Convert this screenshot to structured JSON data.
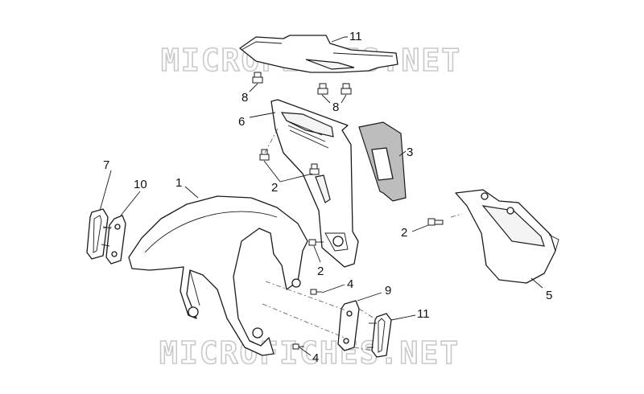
{
  "watermark": {
    "top_text": "MICROFICHES.NET",
    "bottom_text": "MICROFICHES.NET"
  },
  "callouts": [
    {
      "id": "c1",
      "label": "1"
    },
    {
      "id": "c2a",
      "label": "2"
    },
    {
      "id": "c2b",
      "label": "2"
    },
    {
      "id": "c2c",
      "label": "2"
    },
    {
      "id": "c3",
      "label": "3"
    },
    {
      "id": "c4a",
      "label": "4"
    },
    {
      "id": "c4b",
      "label": "4"
    },
    {
      "id": "c5",
      "label": "5"
    },
    {
      "id": "c6",
      "label": "6"
    },
    {
      "id": "c7",
      "label": "7"
    },
    {
      "id": "c8a",
      "label": "8"
    },
    {
      "id": "c8b",
      "label": "8"
    },
    {
      "id": "c9",
      "label": "9"
    },
    {
      "id": "c10",
      "label": "10"
    },
    {
      "id": "c11a",
      "label": "11"
    },
    {
      "id": "c11b",
      "label": "11"
    }
  ]
}
